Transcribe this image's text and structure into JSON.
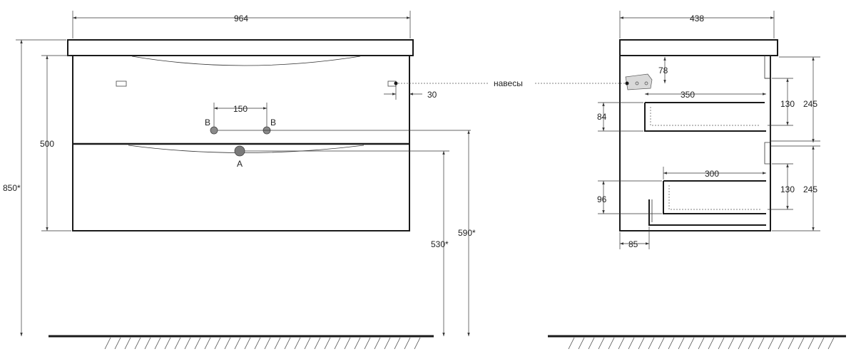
{
  "front_view": {
    "width_label": "964",
    "cabinet_height_label": "500",
    "total_height_label": "850*",
    "hinge_offset_label": "30",
    "pipe_spacing_label": "150",
    "pipe_b_left_label": "B",
    "pipe_b_right_label": "B",
    "drain_label": "A",
    "drain_height_label": "530*",
    "pipe_height_label": "590*",
    "hinge_callout_label": "навесы"
  },
  "side_view": {
    "depth_label": "438",
    "hinge_height_label": "78",
    "upper_drawer_depth_label": "350",
    "upper_drawer_height_label": "84",
    "upper_inner_height_label": "130",
    "upper_section_height_label": "245",
    "lower_drawer_depth_label": "300",
    "lower_drawer_height_label": "96",
    "lower_inner_height_label": "130",
    "lower_section_height_label": "245",
    "bottom_offset_label": "85"
  },
  "colors": {
    "line": "#1a1a1a",
    "hinge_fill": "#d9d9d9",
    "pipe_fill": "#8a8a8a",
    "drain_fill": "#7a7a7a"
  }
}
